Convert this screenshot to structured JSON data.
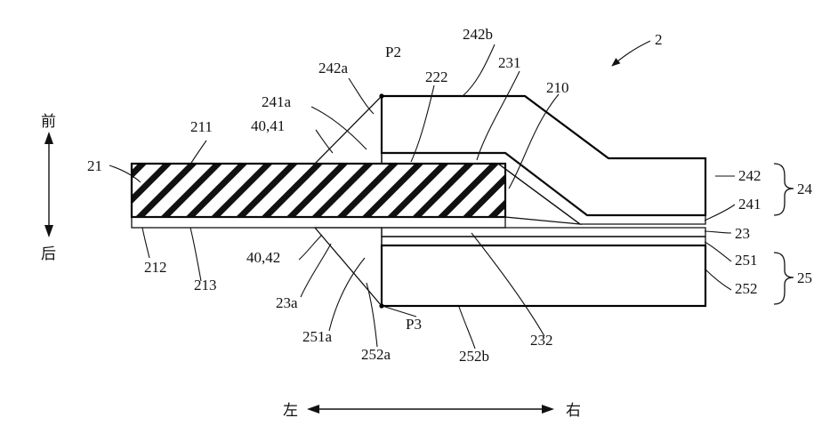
{
  "figure": {
    "number": "2",
    "labels": {
      "l_242b": "242b",
      "l_P2": "P2",
      "l_231": "231",
      "l_242a": "242a",
      "l_222": "222",
      "l_210": "210",
      "l_241a": "241a",
      "l_4041": "40,41",
      "l_211": "211",
      "l_21": "21",
      "l_242": "242",
      "l_241": "241",
      "l_24": "24",
      "l_23": "23",
      "l_4042": "40,42",
      "l_251": "251",
      "l_212": "212",
      "l_213": "213",
      "l_252": "252",
      "l_25": "25",
      "l_23a": "23a",
      "l_251a": "251a",
      "l_P3": "P3",
      "l_252a": "252a",
      "l_252b": "252b",
      "l_232": "232"
    },
    "directions": {
      "front": "前",
      "back": "后",
      "left": "左",
      "right": "右"
    }
  }
}
